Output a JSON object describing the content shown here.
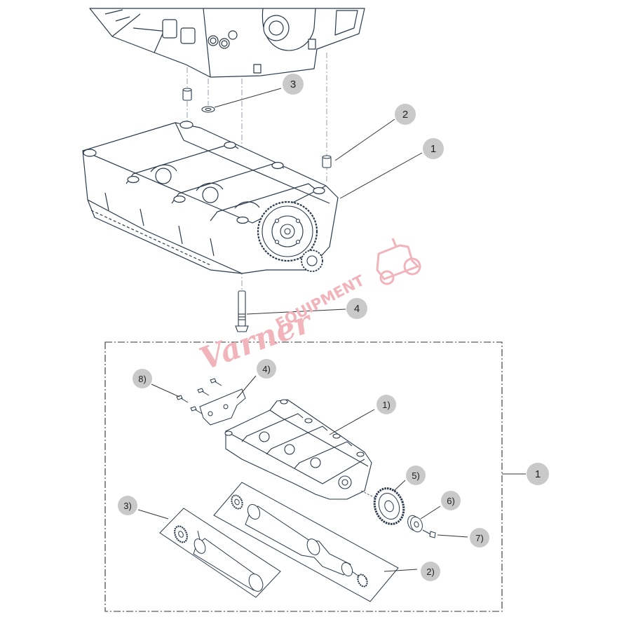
{
  "diagram": {
    "upper_callouts": [
      {
        "id": "upper-3",
        "label": "3"
      },
      {
        "id": "upper-2",
        "label": "2"
      },
      {
        "id": "upper-1",
        "label": "1"
      },
      {
        "id": "upper-4",
        "label": "4"
      }
    ],
    "kit_callout": {
      "label": "1"
    },
    "lower_callouts": [
      {
        "id": "lower-8",
        "label": "8)"
      },
      {
        "id": "lower-4",
        "label": "4)"
      },
      {
        "id": "lower-1",
        "label": "1)"
      },
      {
        "id": "lower-5",
        "label": "5)"
      },
      {
        "id": "lower-6",
        "label": "6)"
      },
      {
        "id": "lower-7",
        "label": "7)"
      },
      {
        "id": "lower-3",
        "label": "3)"
      },
      {
        "id": "lower-2",
        "label": "2)"
      }
    ]
  },
  "watermark": {
    "script": "Varner",
    "word": "EQUIPMENT",
    "color": "#f1b4bb"
  }
}
